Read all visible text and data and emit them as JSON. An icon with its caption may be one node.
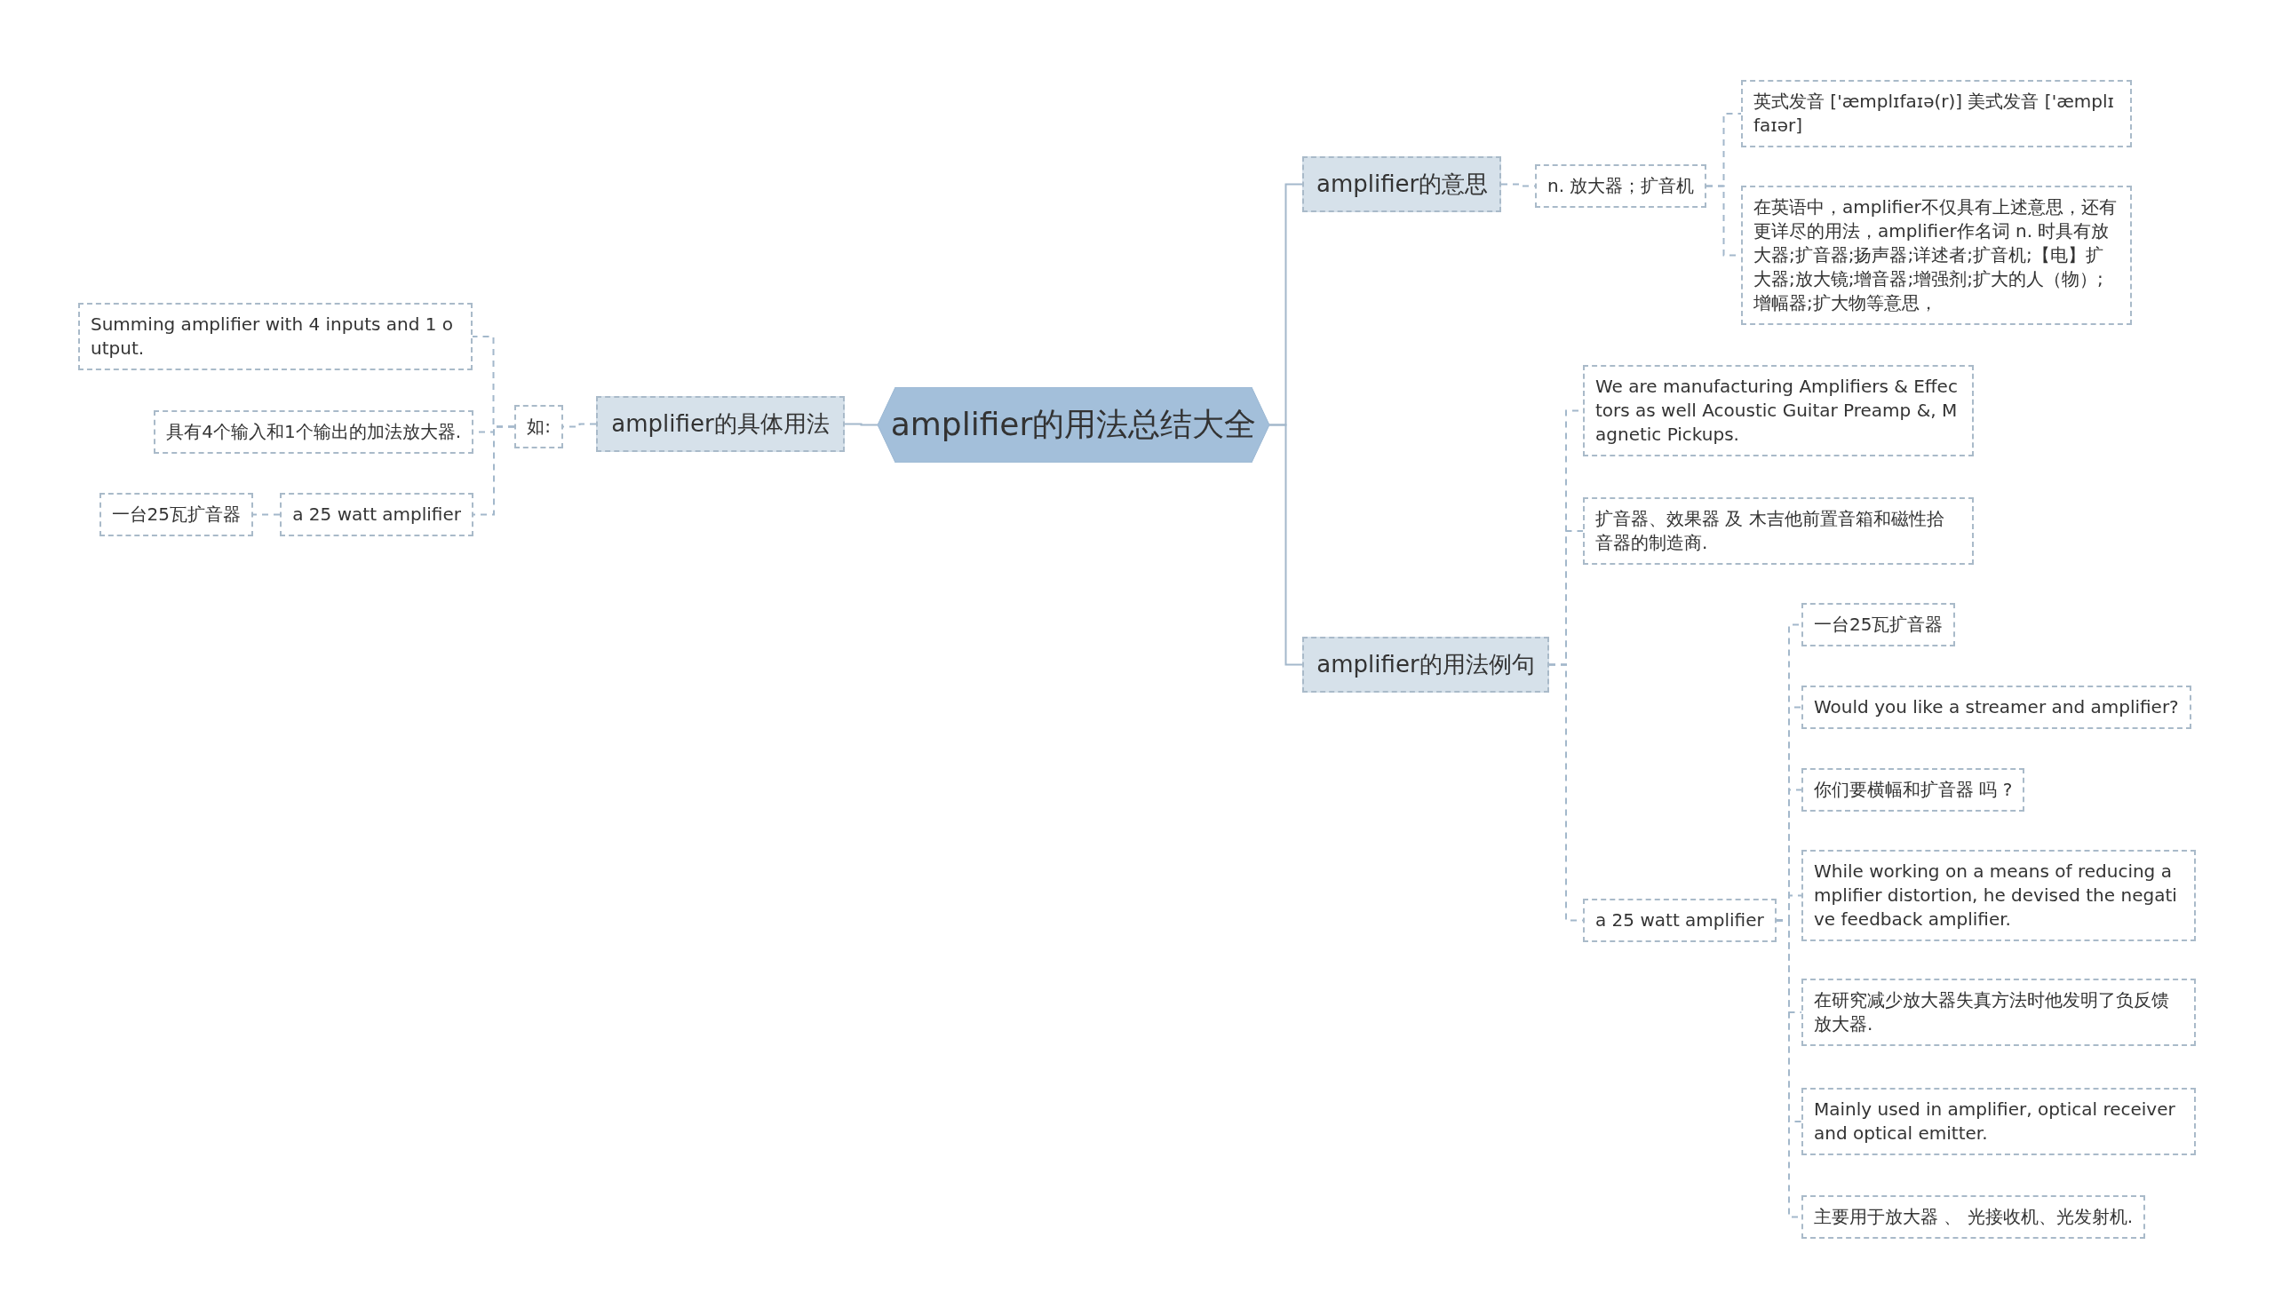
{
  "diagram": {
    "nodes": [
      {
        "text": [
          "amplifier的用法总结大全"
        ]
      },
      {
        "text": [
          "amplifier的意思"
        ]
      },
      {
        "text": [
          "n. 放大器；扩音机"
        ]
      },
      {
        "text": [
          "英式发音 ['æmplɪfaɪə(r)] 美式发音 ['æmplɪfaɪər]"
        ]
      },
      {
        "text": [
          "在英语中，amplifier不仅具有上述意思，还有更详尽的用法，amplifier作名词 n. 时具有放大器;扩音器;扬声器;详述者;扩音机;【电】扩大器;放大镜;增音器;增强剂;扩大的人（物）;增幅器;扩大物等意思，"
        ]
      },
      {
        "text": [
          "amplifier的用法例句"
        ]
      },
      {
        "text": [
          "We are manufacturing Amplifiers & Effectors as well Acoustic Guitar Preamp &, Magnetic Pickups."
        ]
      },
      {
        "text": [
          "扩音器、效果器 及 木吉他前置音箱和磁性拾音器的制造商."
        ]
      },
      {
        "text": [
          "a 25 watt amplifier"
        ]
      },
      {
        "text": [
          "一台25瓦扩音器"
        ]
      },
      {
        "text": [
          "Would you like a streamer and amplifier?"
        ]
      },
      {
        "text": [
          "你们要横幅和扩音器 吗 ?"
        ]
      },
      {
        "text": [
          "While working on a means of reducing amplifier distortion, he devised the negative feedback amplifier."
        ]
      },
      {
        "text": [
          "在研究减少放大器失真方法时他发明了负反馈放大器."
        ]
      },
      {
        "text": [
          "Mainly used in amplifier, optical receiver and optical emitter."
        ]
      },
      {
        "text": [
          "主要用于放大器 、 光接收机、光发射机."
        ]
      },
      {
        "text": [
          "amplifier的具体用法"
        ]
      },
      {
        "text": [
          "如:"
        ]
      },
      {
        "text": [
          "Summing amplifier with 4 inputs and 1 output."
        ]
      },
      {
        "text": [
          "具有4个输入和1个输出的加法放大器."
        ]
      },
      {
        "text": [
          "a 25 watt amplifier"
        ]
      },
      {
        "text": [
          "一台25瓦扩音器"
        ]
      }
    ],
    "edges": [
      {
        "from": 0,
        "to": 1,
        "arrow": "none"
      },
      {
        "from": 0,
        "to": 5,
        "arrow": "none"
      },
      {
        "from": 1,
        "to": 2,
        "arrow": "none",
        "style": "dashed"
      },
      {
        "from": 2,
        "to": 3,
        "arrow": "none",
        "style": "dashed"
      },
      {
        "from": 2,
        "to": 4,
        "arrow": "none",
        "style": "dashed"
      },
      {
        "from": 5,
        "to": 6,
        "arrow": "none",
        "style": "dashed"
      },
      {
        "from": 5,
        "to": 7,
        "arrow": "none",
        "style": "dashed"
      },
      {
        "from": 5,
        "to": 8,
        "arrow": "none",
        "style": "dashed"
      },
      {
        "from": 8,
        "to": 9,
        "arrow": "none",
        "style": "dashed"
      },
      {
        "from": 8,
        "to": 10,
        "arrow": "none",
        "style": "dashed"
      },
      {
        "from": 8,
        "to": 11,
        "arrow": "none",
        "style": "dashed"
      },
      {
        "from": 8,
        "to": 12,
        "arrow": "none",
        "style": "dashed"
      },
      {
        "from": 8,
        "to": 13,
        "arrow": "none",
        "style": "dashed"
      },
      {
        "from": 8,
        "to": 14,
        "arrow": "none",
        "style": "dashed"
      },
      {
        "from": 8,
        "to": 15,
        "arrow": "none",
        "style": "dashed"
      },
      {
        "from": 0,
        "to": 16,
        "arrow": "none"
      },
      {
        "from": 16,
        "to": 17,
        "arrow": "none",
        "style": "dashed"
      },
      {
        "from": 17,
        "to": 18,
        "arrow": "none",
        "style": "dashed"
      },
      {
        "from": 17,
        "to": 19,
        "arrow": "none",
        "style": "dashed"
      },
      {
        "from": 17,
        "to": 20,
        "arrow": "none",
        "style": "dashed"
      },
      {
        "from": 20,
        "to": 21,
        "arrow": "none",
        "style": "dashed"
      }
    ]
  }
}
